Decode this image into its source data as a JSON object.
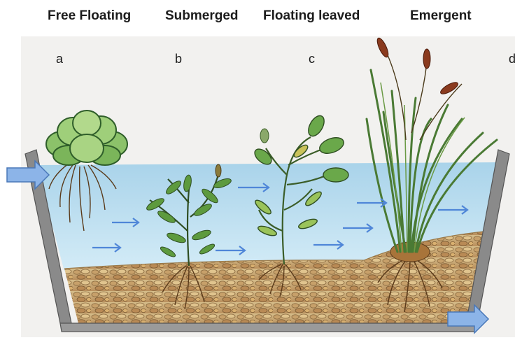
{
  "categories": [
    {
      "title": "Free Floating",
      "letter": "a"
    },
    {
      "title": "Submerged",
      "letter": "b"
    },
    {
      "title": "Floating leaved",
      "letter": "c"
    },
    {
      "title": "Emergent",
      "letter": "d"
    }
  ],
  "colors": {
    "water": "#bfe0f2",
    "sediment": "#c9a76e",
    "arrow": "#4f86d8",
    "tank_wall": "#7f7f7f",
    "plant_green": "#5f9f45",
    "cattail_head": "#8a3a1e",
    "root": "#5a3a1a"
  },
  "icons": [
    "inflow-arrow-icon",
    "flow-arrow-icon",
    "outflow-arrow-icon"
  ]
}
